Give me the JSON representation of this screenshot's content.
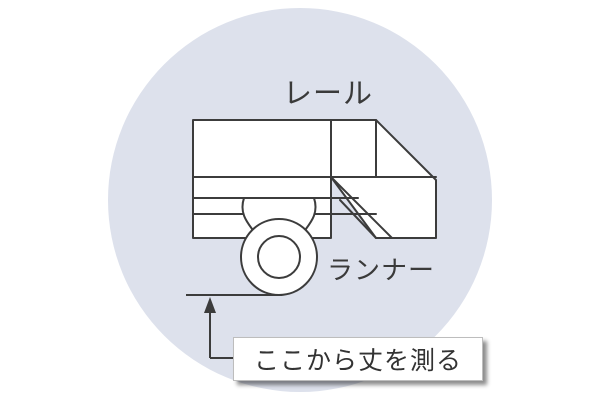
{
  "labels": {
    "rail": "レール",
    "runner": "ランナー",
    "measure": "ここから丈を測る"
  },
  "colors": {
    "circle_background": "#dde1ec",
    "line": "#3c3c3c",
    "fill": "#ffffff",
    "shadow": "#444444"
  }
}
